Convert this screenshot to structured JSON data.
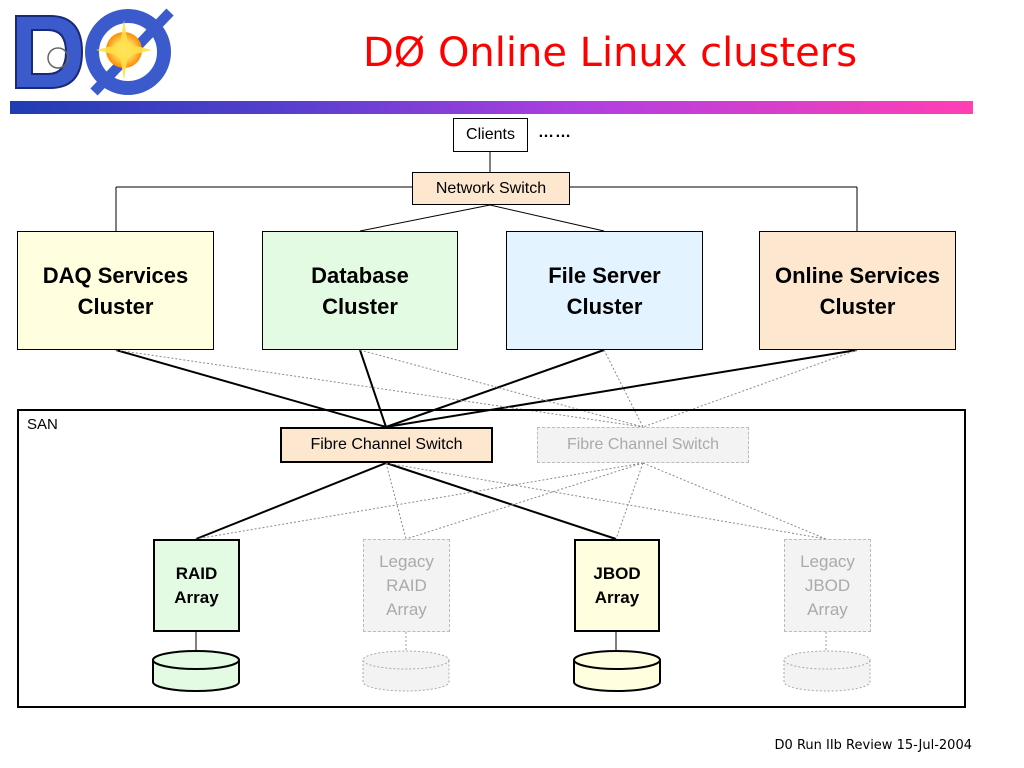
{
  "title": "DØ Online Linux clusters",
  "footer": "D0 Run IIb Review 15-Jul-2004",
  "clients": {
    "label": "Clients",
    "more": "……"
  },
  "network_switch": {
    "label": "Network Switch"
  },
  "clusters": [
    {
      "line1": "DAQ Services",
      "line2": "Cluster",
      "color": "#ffffe0"
    },
    {
      "line1": "Database",
      "line2": "Cluster",
      "color": "#e3fbe3"
    },
    {
      "line1": "File Server",
      "line2": "Cluster",
      "color": "#e3f3ff"
    },
    {
      "line1": "Online Services",
      "line2": "Cluster",
      "color": "#fde7cf"
    }
  ],
  "san": {
    "label": "SAN",
    "fc_switch_active": "Fibre Channel Switch",
    "fc_switch_ghost": "Fibre Channel Switch"
  },
  "arrays": {
    "raid": {
      "line1": "RAID",
      "line2": "Array",
      "color": "#e3fbe3"
    },
    "legacy_raid": {
      "line1": "Legacy",
      "line2": "RAID",
      "line3": "Array"
    },
    "jbod": {
      "line1": "JBOD",
      "line2": "Array",
      "color": "#ffffe0"
    },
    "legacy_jbod": {
      "line1": "Legacy",
      "line2": "JBOD",
      "line3": "Array"
    }
  },
  "colors": {
    "switch_fill": "#fde7cf",
    "title": "#ff0000"
  }
}
